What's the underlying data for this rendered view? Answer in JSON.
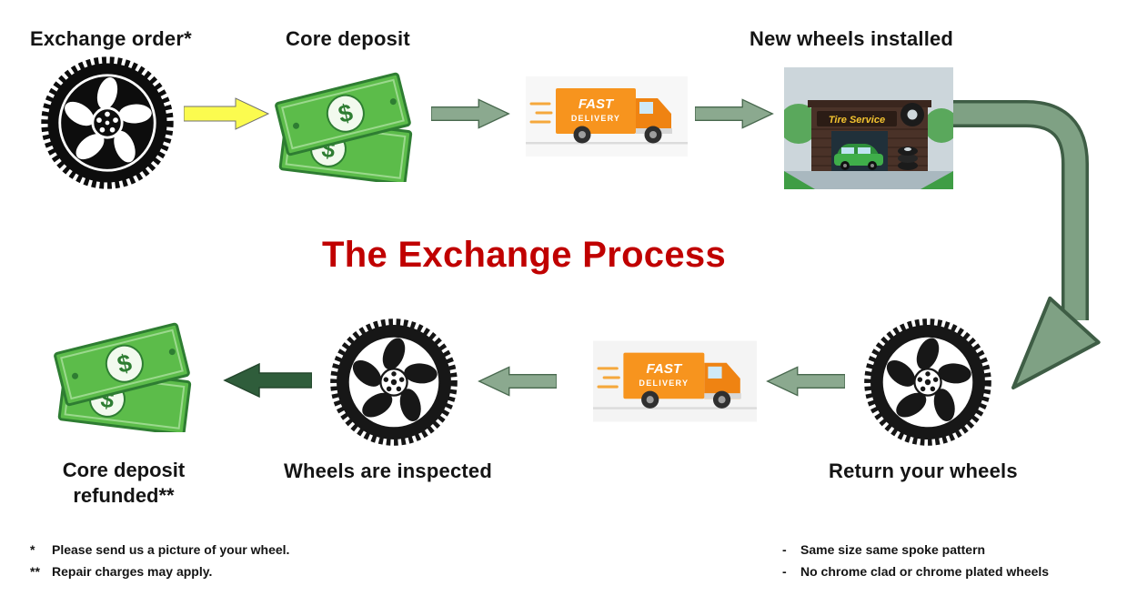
{
  "title": "The Exchange Process",
  "steps": {
    "exchange_order": {
      "label": "Exchange order*"
    },
    "core_deposit": {
      "label": "Core deposit"
    },
    "new_wheels": {
      "label": "New wheels installed"
    },
    "return_wheels": {
      "label": "Return your wheels"
    },
    "inspected": {
      "label": "Wheels are inspected"
    },
    "refund": {
      "line1": "Core deposit",
      "line2": "refunded**"
    }
  },
  "truck": {
    "line1": "FAST",
    "line2": "DELIVERY"
  },
  "shop": {
    "sign": "Tire Service"
  },
  "money": {
    "symbol": "$"
  },
  "footnotes": {
    "left": [
      {
        "marker": "*",
        "text": "Please send us a picture of your wheel."
      },
      {
        "marker": "**",
        "text": "Repair charges may apply."
      }
    ],
    "right": [
      {
        "marker": "-",
        "text": "Same size same spoke pattern"
      },
      {
        "marker": "-",
        "text": "No chrome clad or chrome plated wheels"
      }
    ]
  },
  "colors": {
    "title_red": "#C00000",
    "arrow_yellow": "#FBFB4F",
    "arrow_sage": "#8BA98F",
    "arrow_dark_green": "#2F5D3B",
    "money_green": "#5CBC4A",
    "truck_orange": "#F7941E"
  }
}
